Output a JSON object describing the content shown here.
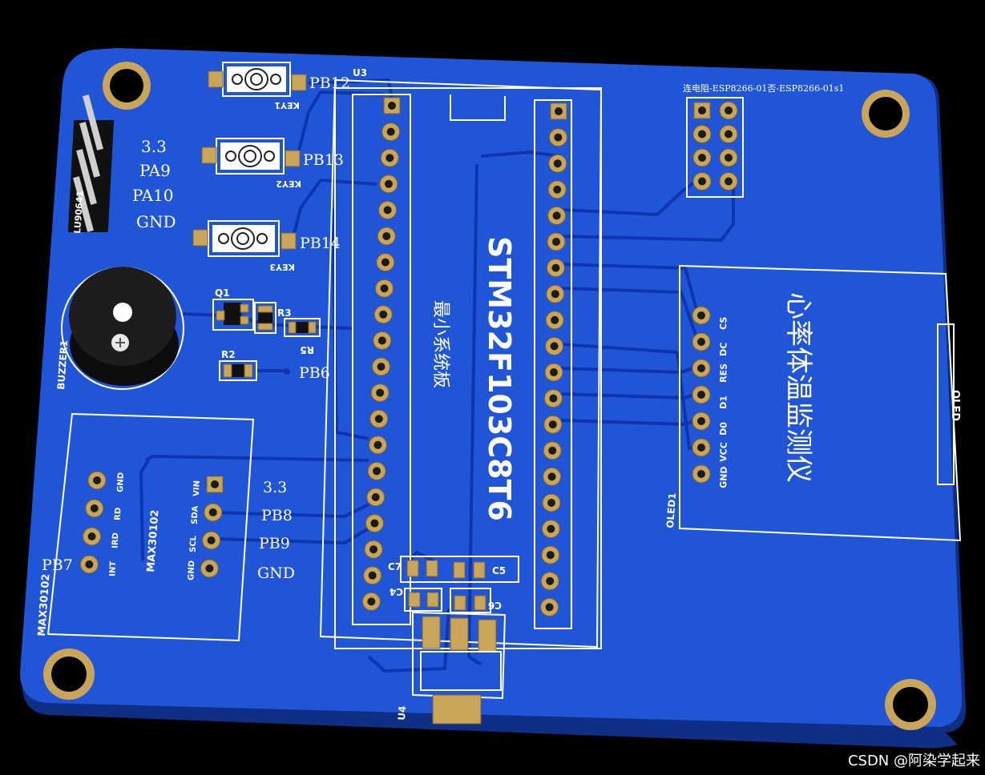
{
  "board": {
    "colors": {
      "board": "#1f55d6",
      "edge": "#0e2f85",
      "silk": "#ffffff",
      "copper": "#c9a55a"
    },
    "keys": [
      {
        "ref": "KEY1",
        "net": "PB12"
      },
      {
        "ref": "KEY2",
        "net": "PB13"
      },
      {
        "ref": "KEY3",
        "net": "PB14"
      }
    ],
    "serial_header": {
      "ref": "LU90641",
      "pins": [
        "3.3",
        "PA9",
        "PA10",
        "GND"
      ]
    },
    "buzzer": {
      "ref": "BUZZER1"
    },
    "transistor": {
      "ref": "Q1"
    },
    "resistors": {
      "r2": "R2",
      "r3": "R3",
      "r5": "R5"
    },
    "buzzer_net": "PB6",
    "mcu": {
      "ref": "U3",
      "part": "STM32F103C8T6",
      "name": "最小系统板"
    },
    "esp_header": {
      "label": "连电阻-ESP8266-01否-ESP8266-01s1"
    },
    "oled": {
      "ref": "OLED1",
      "pins": [
        "CS",
        "DC",
        "RES",
        "D1",
        "D0",
        "VCC",
        "GND"
      ],
      "title": "心率体温监测仪",
      "side_label": "OLED"
    },
    "sensor": {
      "ref": "MAX30102",
      "ref_outline": "MAX30102",
      "left_pins": [
        "GND",
        "RD",
        "IRD",
        "INT"
      ],
      "right_pins": [
        "VIN",
        "SDA",
        "SCL",
        "GND"
      ],
      "nets": [
        "3.3",
        "PB8",
        "PB9",
        "GND"
      ],
      "int_net": "PB7"
    },
    "caps": {
      "c4": "C4",
      "c5": "C5",
      "c6": "C6",
      "c7": "C7"
    },
    "regulator": {
      "ref": "U4"
    }
  },
  "watermark": "CSDN @阿染学起来"
}
